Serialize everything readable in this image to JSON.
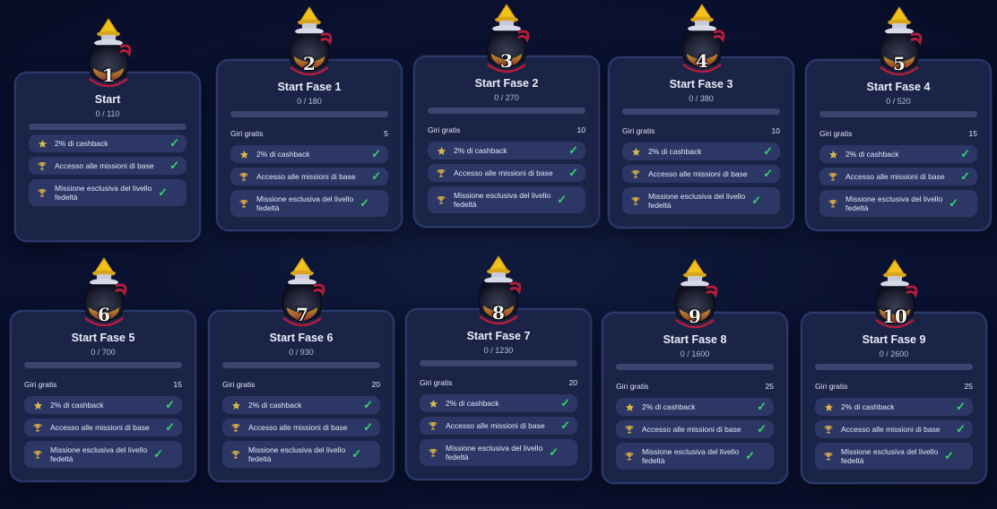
{
  "labels": {
    "free_spins": "Giri gratis",
    "perk_cashback": "2% di cashback",
    "perk_missions": "Accesso alle missioni di base",
    "perk_exclusive": "Missione esclusiva del livello fedeltà"
  },
  "colors": {
    "check": "#35d36a",
    "card_bg": "#1b2347",
    "perk_bg": "#2c3766",
    "flame": "#f2c21b",
    "ribbon": "#b01d3c"
  },
  "icons": {
    "cashback": "star-icon",
    "missions": "trophy-icon",
    "exclusive": "trophy-icon",
    "check": "check-icon",
    "level": "potion-icon"
  },
  "levels": [
    {
      "number": "1",
      "title": "Start",
      "progress": "0 / 110",
      "progress_fraction": 0,
      "free_spins": null
    },
    {
      "number": "2",
      "title": "Start Fase 1",
      "progress": "0 / 180",
      "progress_fraction": 0,
      "free_spins": "5"
    },
    {
      "number": "3",
      "title": "Start Fase 2",
      "progress": "0 / 270",
      "progress_fraction": 0,
      "free_spins": "10"
    },
    {
      "number": "4",
      "title": "Start Fase 3",
      "progress": "0 / 380",
      "progress_fraction": 0,
      "free_spins": "10"
    },
    {
      "number": "5",
      "title": "Start Fase 4",
      "progress": "0 / 520",
      "progress_fraction": 0,
      "free_spins": "15"
    },
    {
      "number": "6",
      "title": "Start Fase 5",
      "progress": "0 / 700",
      "progress_fraction": 0,
      "free_spins": "15"
    },
    {
      "number": "7",
      "title": "Start Fase 6",
      "progress": "0 / 930",
      "progress_fraction": 0,
      "free_spins": "20"
    },
    {
      "number": "8",
      "title": "Start Fase 7",
      "progress": "0 / 1230",
      "progress_fraction": 0,
      "free_spins": "20"
    },
    {
      "number": "9",
      "title": "Start Fase 8",
      "progress": "0 / 1600",
      "progress_fraction": 0,
      "free_spins": "25"
    },
    {
      "number": "10",
      "title": "Start Fase 9",
      "progress": "0 / 2600",
      "progress_fraction": 0,
      "free_spins": "25"
    }
  ]
}
